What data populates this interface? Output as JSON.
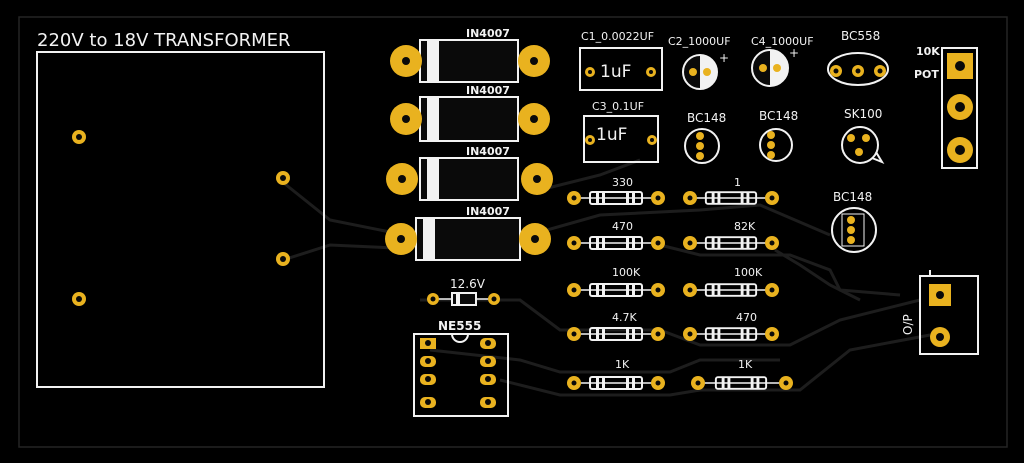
{
  "colors": {
    "board": "#000000",
    "silkscreen": "#f2f2f2",
    "copper_pad": "#e9b21f",
    "trace": "#1d1d1d"
  },
  "transformer": {
    "label": "220V to 18V TRANSFORMER"
  },
  "diodes": [
    {
      "label": "IN4007"
    },
    {
      "label": "IN4007"
    },
    {
      "label": "IN4007"
    },
    {
      "label": "IN4007"
    }
  ],
  "zener": {
    "label": "12.6V"
  },
  "ic": {
    "label": "NE555"
  },
  "capacitors": {
    "c1": {
      "label": "C1_0.0022UF",
      "value": "1uF"
    },
    "c3": {
      "label": "C3_0.1UF",
      "value": "1uF"
    },
    "c2": {
      "label": "C2_1000UF",
      "polarity": "+"
    },
    "c4": {
      "label": "C4_1000UF",
      "polarity": "+"
    }
  },
  "transistors": {
    "bc558": "BC558",
    "bc148_a": "BC148",
    "bc148_b": "BC148",
    "sk100": "SK100",
    "bc148_c": "BC148"
  },
  "pot": {
    "label_line1": "10K",
    "label_line2": "POT"
  },
  "output": {
    "label": "O/P"
  },
  "resistors": [
    {
      "label": "330"
    },
    {
      "label": "470"
    },
    {
      "label": "100K"
    },
    {
      "label": "4.7K"
    },
    {
      "label": "1K"
    },
    {
      "label": "1"
    },
    {
      "label": "82K"
    },
    {
      "label": "100K"
    },
    {
      "label": "470"
    },
    {
      "label": "1K"
    }
  ]
}
